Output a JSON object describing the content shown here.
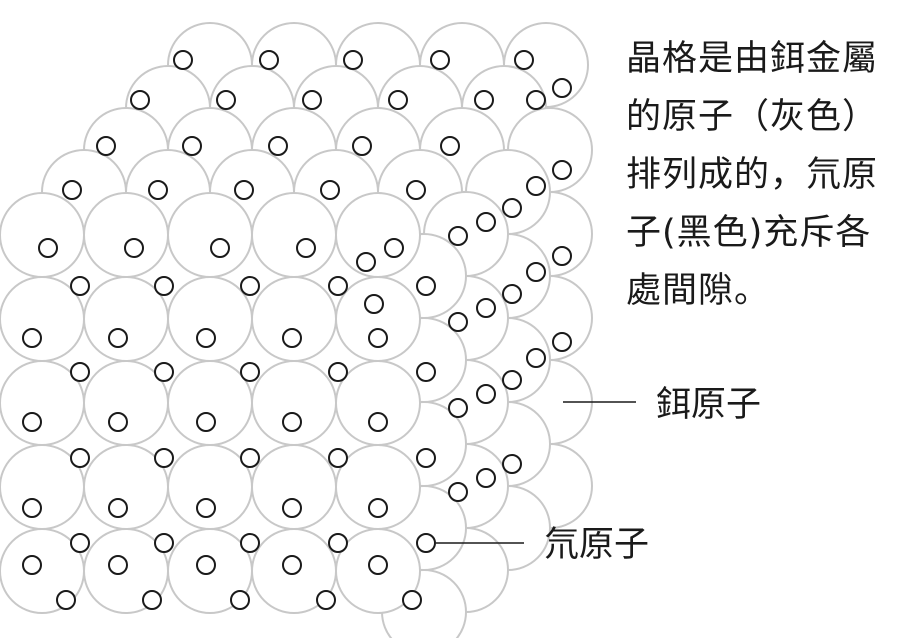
{
  "caption": {
    "lines": [
      "晶格是由鉺金屬",
      "的原子（灰色）",
      "排列成的，氘原",
      "子(黑色)充斥各",
      "處間隙。"
    ]
  },
  "labels": {
    "host_atom": "鉺原子",
    "guest_atom": "氘原子"
  },
  "colors": {
    "host_atom_stroke": "#c8c8c8",
    "guest_atom_stroke": "#1a1a1a",
    "text": "#1a1a1a"
  }
}
